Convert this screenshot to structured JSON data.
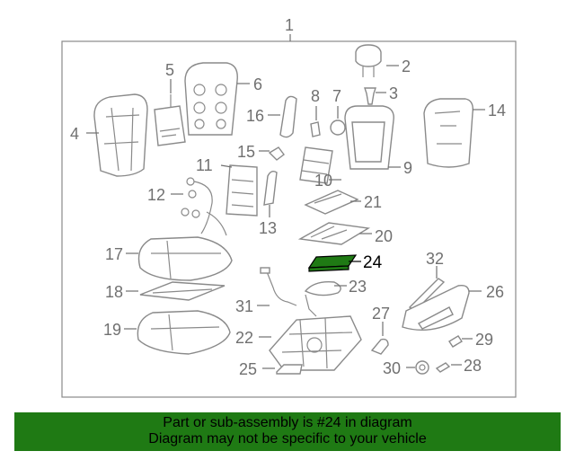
{
  "labels": {
    "n1": "1",
    "n2": "2",
    "n3": "3",
    "n4": "4",
    "n5": "5",
    "n6": "6",
    "n7": "7",
    "n8": "8",
    "n9": "9",
    "n10": "10",
    "n11": "11",
    "n12": "12",
    "n13": "13",
    "n14": "14",
    "n15": "15",
    "n16": "16",
    "n17": "17",
    "n18": "18",
    "n19": "19",
    "n20": "20",
    "n21": "21",
    "n22": "22",
    "n23": "23",
    "n24": "24",
    "n25": "25",
    "n26": "26",
    "n27": "27",
    "n28": "28",
    "n29": "29",
    "n30": "30",
    "n31": "31",
    "n32": "32"
  },
  "highlight_part": "24",
  "colors": {
    "highlight": "#1f7a14",
    "banner": "#1f7a14",
    "line": "#8a8a8a"
  },
  "footer": {
    "line1": "Part or sub-assembly is #24 in diagram",
    "line2": "Diagram may not be specific to your vehicle"
  }
}
